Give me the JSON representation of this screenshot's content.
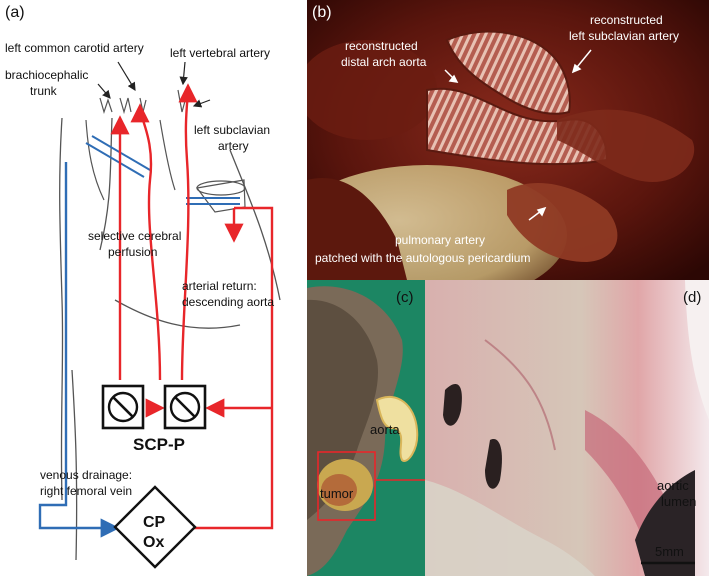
{
  "panel_a": {
    "letter": "(a)",
    "labels": {
      "left_common_carotid": "left common carotid artery",
      "left_vertebral": "left vertebral artery",
      "brachiocephalic_1": "brachiocephalic",
      "brachiocephalic_2": "trunk",
      "left_subclavian_1": "left subclavian",
      "left_subclavian_2": "artery",
      "selective_1": "selective cerebral",
      "selective_2": "perfusion",
      "arterial_return_1": "arterial return:",
      "arterial_return_2": "descending aorta",
      "scp_p": "SCP-P",
      "venous_1": "venous drainage:",
      "venous_2": "right femoral vein",
      "cp": "CP",
      "ox": "Ox"
    },
    "colors": {
      "arterial": "#e8262a",
      "venous": "#2f6db5",
      "outline": "#4a4a4a"
    }
  },
  "panel_b": {
    "letter": "(b)",
    "labels": {
      "left_subclavian_1": "reconstructed",
      "left_subclavian_2": "left subclavian artery",
      "distal_arch_1": "reconstructed",
      "distal_arch_2": "distal arch aorta",
      "pulmonary_1": "pulmonary artery",
      "pulmonary_2": "patched with the autologous pericardium"
    }
  },
  "panel_c": {
    "letter": "(c)",
    "labels": {
      "aorta": "aorta",
      "tumor": "tumor"
    }
  },
  "panel_d": {
    "letter": "(d)",
    "labels": {
      "lumen_1": "aortic",
      "lumen_2": "lumen",
      "scale": "5mm"
    }
  }
}
